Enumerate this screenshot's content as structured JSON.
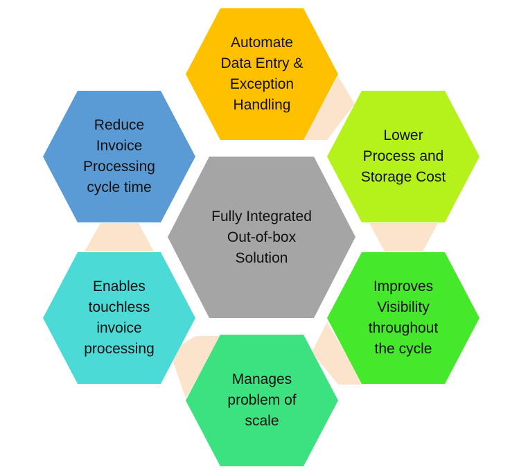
{
  "colors": {
    "connector": "#FCE4CC",
    "center": "#A5A5A5",
    "top": "#FFC000",
    "upper_right": "#B5F21B",
    "lower_right": "#46E82C",
    "bottom": "#3BE27F",
    "lower_left": "#4CDAD6",
    "upper_left": "#5B9BD5"
  },
  "center": {
    "label": "Fully Integrated\nOut-of-box\nSolution"
  },
  "nodes": {
    "top": {
      "label": "Automate\nData Entry &\nException\nHandling"
    },
    "upper_right": {
      "label": "Lower\nProcess and\nStorage Cost"
    },
    "lower_right": {
      "label": "Improves\nVisibility\nthroughout\nthe cycle"
    },
    "bottom": {
      "label": "Manages\nproblem of\nscale"
    },
    "lower_left": {
      "label": "Enables\ntouchless\ninvoice\nprocessing"
    },
    "upper_left": {
      "label": "Reduce\nInvoice\nProcessing\ncycle time"
    }
  }
}
